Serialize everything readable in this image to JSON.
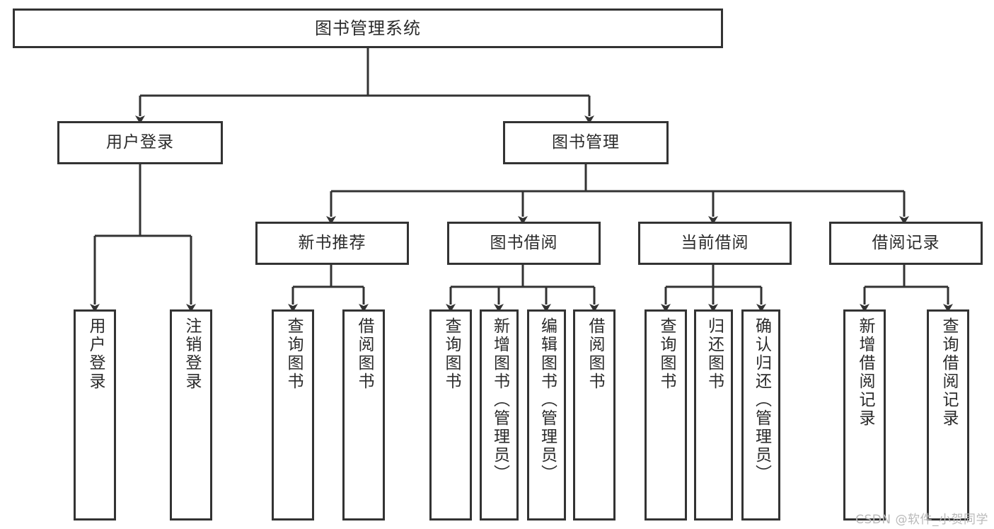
{
  "diagram": {
    "title": "图书管理系统",
    "type": "hierarchy-tree",
    "background_color": "#ffffff",
    "line_color": "#333333",
    "text_color": "#2b2b2b",
    "root": {
      "label": "图书管理系统"
    },
    "level2": [
      {
        "label": "用户登录"
      },
      {
        "label": "图书管理"
      }
    ],
    "level3": [
      {
        "label": "新书推荐"
      },
      {
        "label": "图书借阅"
      },
      {
        "label": "当前借阅"
      },
      {
        "label": "借阅记录"
      }
    ],
    "leaves": {
      "user_login": [
        {
          "label": "用户登录"
        },
        {
          "label": "注销登录"
        }
      ],
      "new_book_recommend": [
        {
          "label": "查询图书"
        },
        {
          "label": "借阅图书"
        }
      ],
      "book_borrow": [
        {
          "label": "查询图书"
        },
        {
          "label": "新增图书（管理员）"
        },
        {
          "label": "编辑图书（管理员）"
        },
        {
          "label": "借阅图书"
        }
      ],
      "current_borrow": [
        {
          "label": "查询图书"
        },
        {
          "label": "归还图书"
        },
        {
          "label": "确认归还（管理员）"
        }
      ],
      "borrow_records": [
        {
          "label": "新增借阅记录"
        },
        {
          "label": "查询借阅记录"
        }
      ]
    }
  },
  "watermark": {
    "text": "CSDN @软件_小贺同学"
  }
}
